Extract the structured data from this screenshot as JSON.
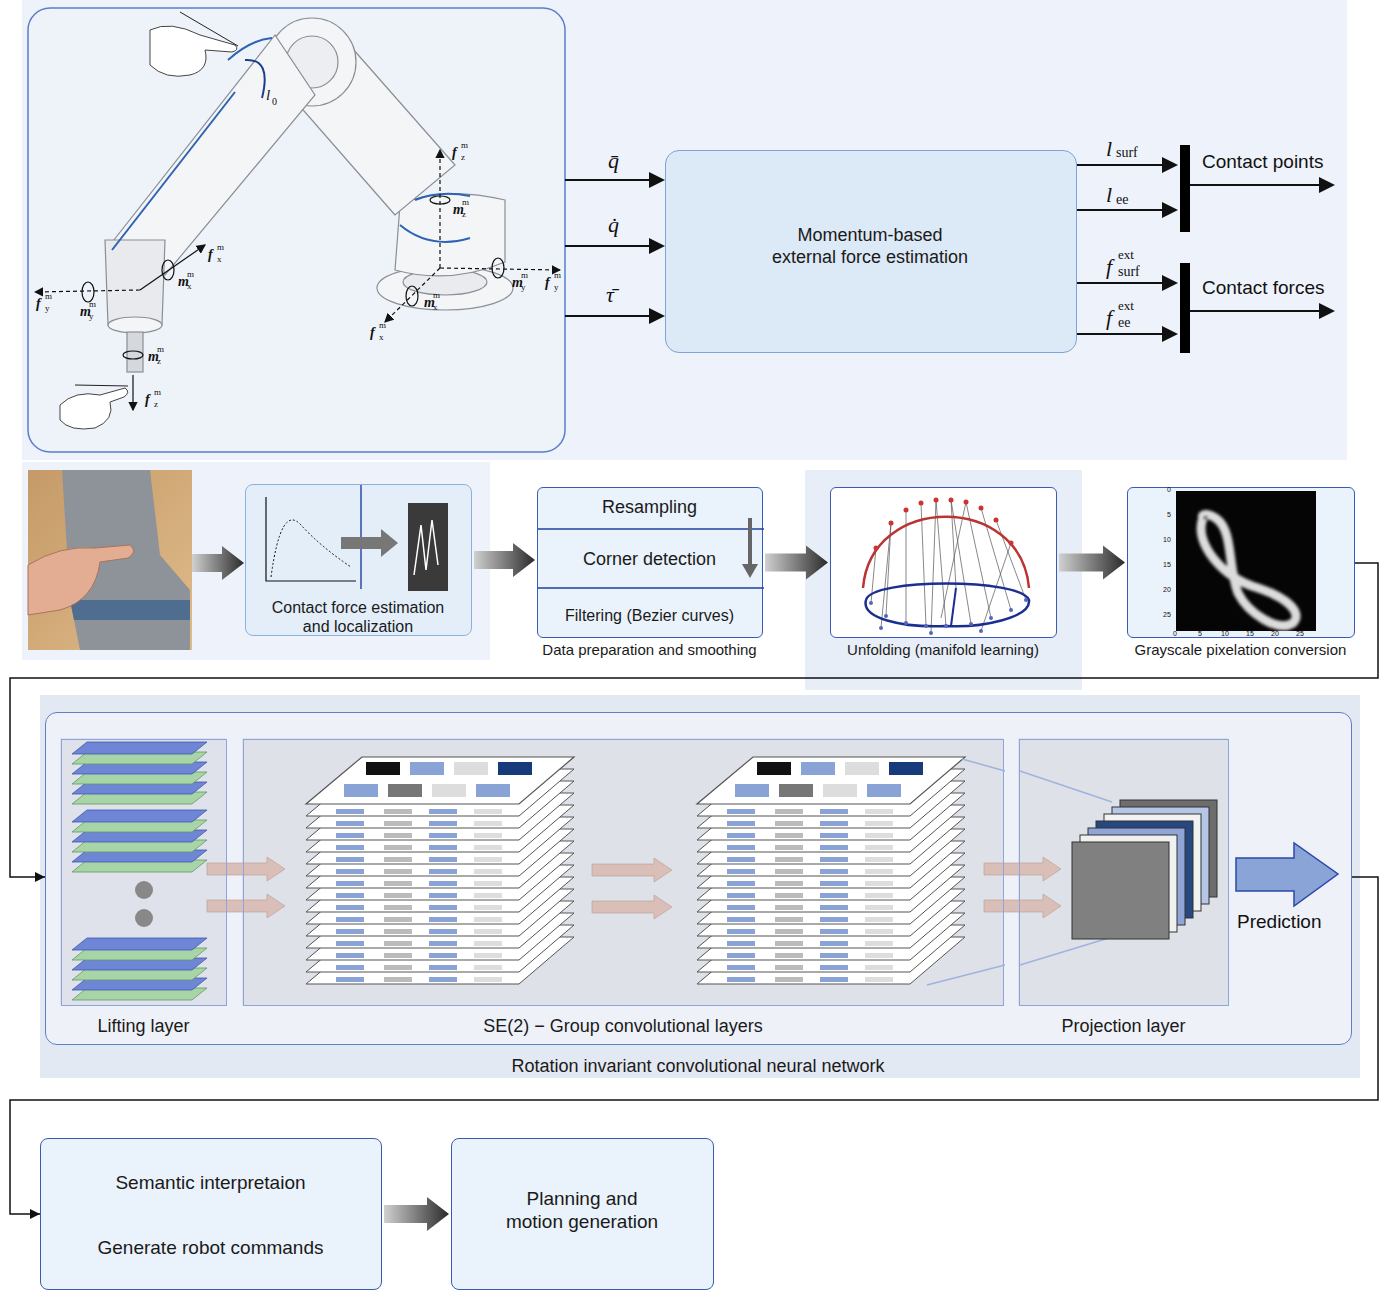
{
  "diagram": {
    "nodes": [
      {
        "text": [
          "Momentum-based external force estimation"
        ]
      },
      {
        "text": [
          "Contact force estimation and localization"
        ]
      },
      {
        "text": [
          "Resampling",
          "Corner detection",
          "Filtering (Bezier curves)",
          "Data preparation and smoothing"
        ]
      },
      {
        "text": [
          "Unfolding (manifold learning)"
        ]
      },
      {
        "text": [
          "Grayscale pixelation conversion"
        ]
      },
      {
        "text": [
          "Rotation invariant convolutional neural network"
        ]
      },
      {
        "text": [
          "Lifting layer"
        ],
        "in": 5
      },
      {
        "text": [
          "SE(2) − Group convolutional layers"
        ],
        "in": 5
      },
      {
        "text": [
          "Projection layer"
        ],
        "in": 5
      },
      {
        "text": [
          "Semantic interpretaion",
          "Generate robot commands"
        ]
      },
      {
        "text": [
          "Planning and motion generation"
        ]
      }
    ],
    "edges": [
      {
        "from": 1,
        "to": 2,
        "arrow": "to"
      },
      {
        "from": 2,
        "to": 3,
        "arrow": "to"
      },
      {
        "from": 3,
        "to": 4,
        "arrow": "to"
      },
      {
        "from": 4,
        "to": 5,
        "arrow": "to"
      },
      {
        "from": 5,
        "to": 9,
        "arrow": "to"
      },
      {
        "from": 6,
        "to": 7,
        "arrow": "to"
      },
      {
        "from": 7,
        "to": 8,
        "arrow": "to"
      },
      {
        "from": 9,
        "to": 10,
        "arrow": "to"
      }
    ],
    "labels": [
      "q̄",
      "q̇",
      "τ̄",
      "l",
      "surf",
      "l",
      "ee",
      "f",
      "ext",
      "surf",
      "f",
      "ext",
      "ee",
      "Contact points",
      "Contact forces",
      "Prediction",
      "0",
      "5",
      "10",
      "15",
      "20",
      "25",
      "0",
      "5",
      "10",
      "15",
      "20",
      "25",
      "f",
      "m",
      "x",
      "m",
      "m",
      "x",
      "f",
      "m",
      "y",
      "m",
      "m",
      "y",
      "m",
      "m",
      "z",
      "f",
      "m",
      "z",
      "f",
      "m",
      "z",
      "m",
      "m",
      "z",
      "m",
      "m",
      "y",
      "f",
      "m",
      "y",
      "m",
      "m",
      "x",
      "f",
      "m",
      "x",
      "l",
      "0"
    ]
  }
}
